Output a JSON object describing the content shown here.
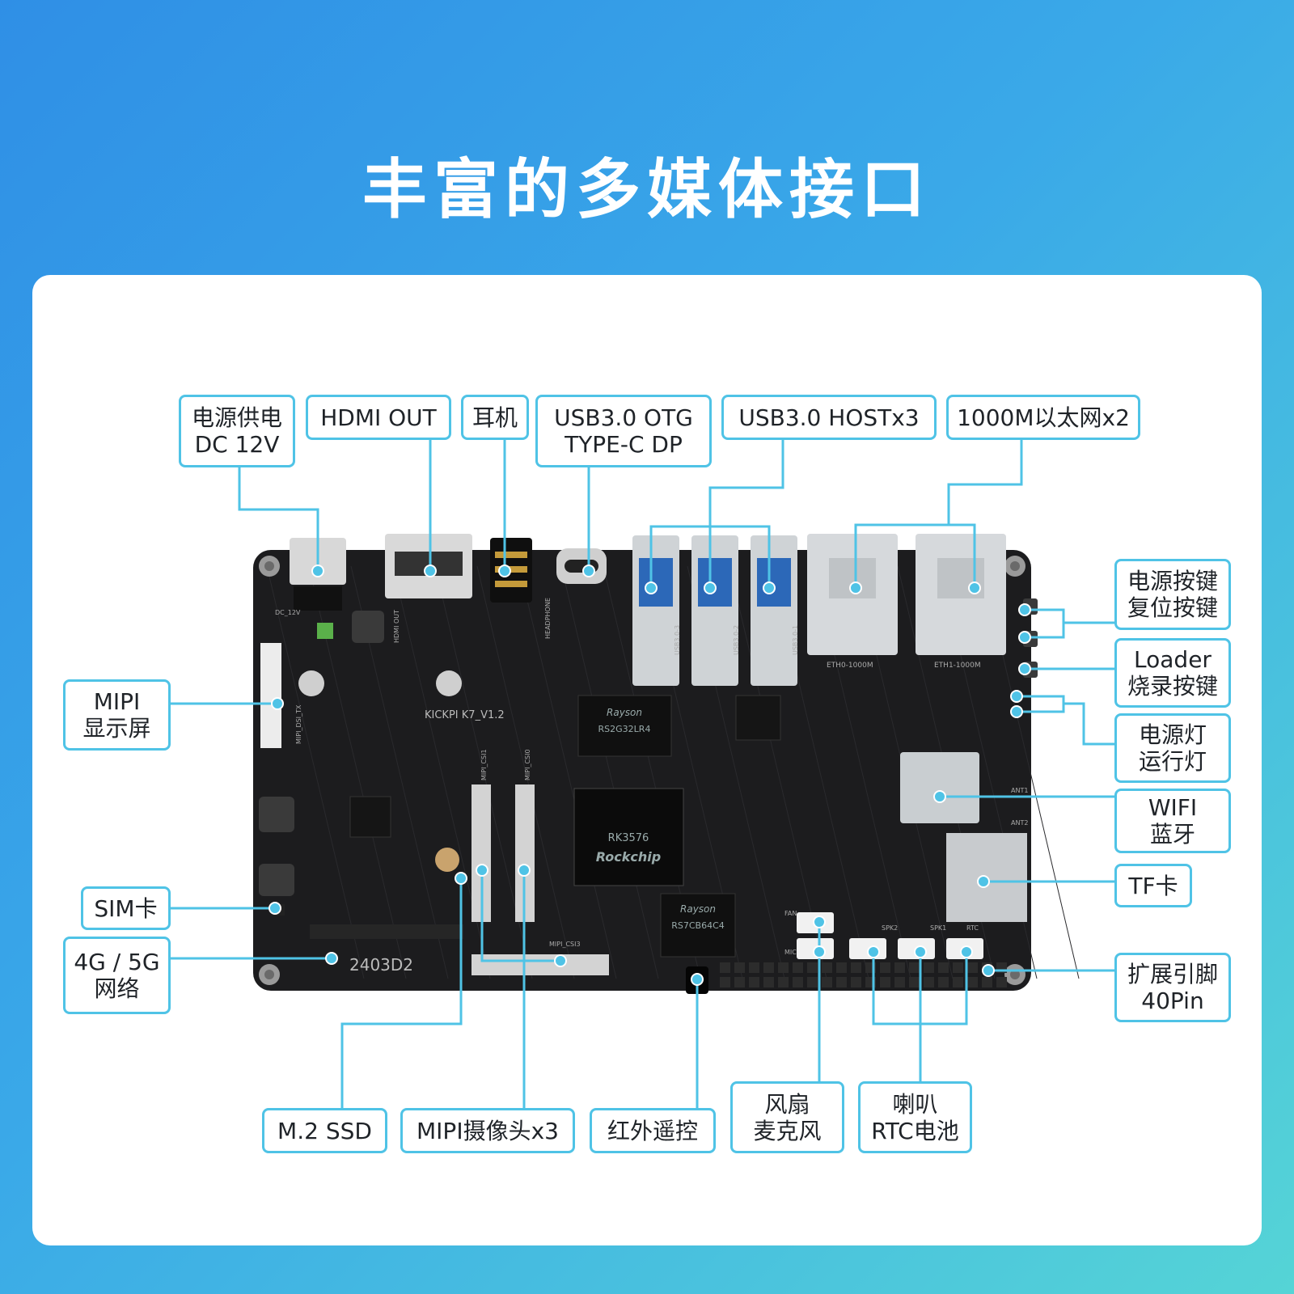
{
  "title": "丰富的多媒体接口",
  "colors": {
    "accent": "#4fc3e6",
    "board": "#1c1c1e",
    "background_start": "#2f8fe6",
    "background_end": "#55d4d6"
  },
  "board": {
    "silkscreen_name": "KICKPI  K7_V1.2",
    "serial": "2403D2",
    "soc_brand": "Rockchip",
    "soc_model": "RK3576",
    "ram_brand": "Rayson",
    "ram_model": "RS2G32LR4",
    "emmc_brand": "Rayson",
    "emmc_model": "RS7CB64C4",
    "port_labels": {
      "dc": "DC_12V",
      "hdmi": "HDMI OUT",
      "headphone": "HEADPHONE",
      "usb3_3": "USB3.0-3",
      "usb3_2": "USB3.0-2",
      "usb3_1": "USB3.0-1",
      "eth0": "ETH0-1000M",
      "eth1": "ETH1-1000M",
      "mipi_dsi": "MIPI_DSI_TX",
      "csi1": "MIPI_CSI1",
      "csi0": "MIPI_CSI0",
      "csi3": "MIPI_CSI3",
      "fan": "FAN",
      "mic": "MIC",
      "spk2": "SPK2",
      "spk1": "SPK1",
      "rtc": "RTC",
      "ant1": "ANT1",
      "ant2": "ANT2"
    }
  },
  "labels": {
    "power_dc": [
      "电源供电",
      "DC 12V"
    ],
    "hdmi_out": [
      "HDMI OUT"
    ],
    "earphone": [
      "耳机"
    ],
    "usb_otg": [
      "USB3.0 OTG",
      "TYPE-C DP"
    ],
    "usb_host": [
      "USB3.0 HOSTx3"
    ],
    "ethernet": [
      "1000M以太网x2"
    ],
    "power_reset_btn": [
      "电源按键",
      "复位按键"
    ],
    "loader_btn": [
      "Loader",
      "烧录按键"
    ],
    "leds": [
      "电源灯",
      "运行灯"
    ],
    "wifi_bt": [
      "WIFI",
      "蓝牙"
    ],
    "tf_card": [
      "TF卡"
    ],
    "gpio_40pin": [
      "扩展引脚",
      "40Pin"
    ],
    "mipi_display": [
      "MIPI",
      "显示屏"
    ],
    "sim_card": [
      "SIM卡"
    ],
    "cellular": [
      "4G / 5G",
      "网络"
    ],
    "m2_ssd": [
      "M.2 SSD"
    ],
    "mipi_camera": [
      "MIPI摄像头x3"
    ],
    "ir_remote": [
      "红外遥控"
    ],
    "fan_mic": [
      "风扇",
      "麦克风"
    ],
    "speaker_rtc": [
      "喇叭",
      "RTC电池"
    ]
  }
}
